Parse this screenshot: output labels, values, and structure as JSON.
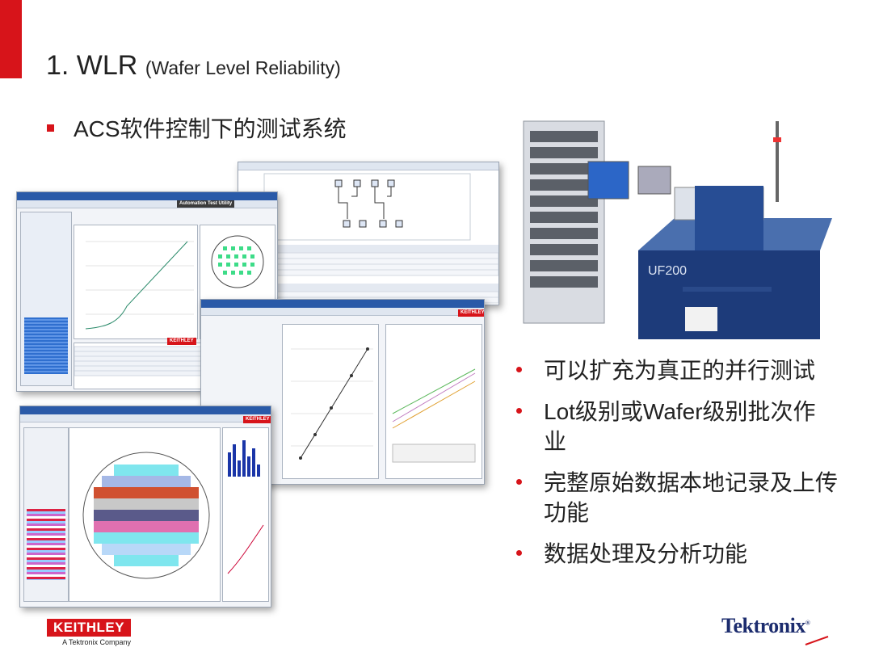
{
  "slide": {
    "title_main": "1. WLR",
    "title_sub": "(Wafer Level Reliability)",
    "main_bullet": "ACS软件控制下的测试系统",
    "features": [
      "可以扩充为真正的并行测试",
      "Lot级别或Wafer级别批次作业",
      "完整原始数据本地记录及上传功能",
      "数据处理及分析功能"
    ]
  },
  "screens": {
    "automation_title": "Automation Test Utility",
    "brand": "KEITHLEY",
    "equipment_label": "UF200"
  },
  "footer": {
    "keithley_logo": "KEITHLEY",
    "keithley_tagline": "A Tektronix Company",
    "tektronix_logo": "Tektronix"
  },
  "colors": {
    "accent_red": "#d7141a",
    "tek_blue": "#1c2c6e"
  }
}
